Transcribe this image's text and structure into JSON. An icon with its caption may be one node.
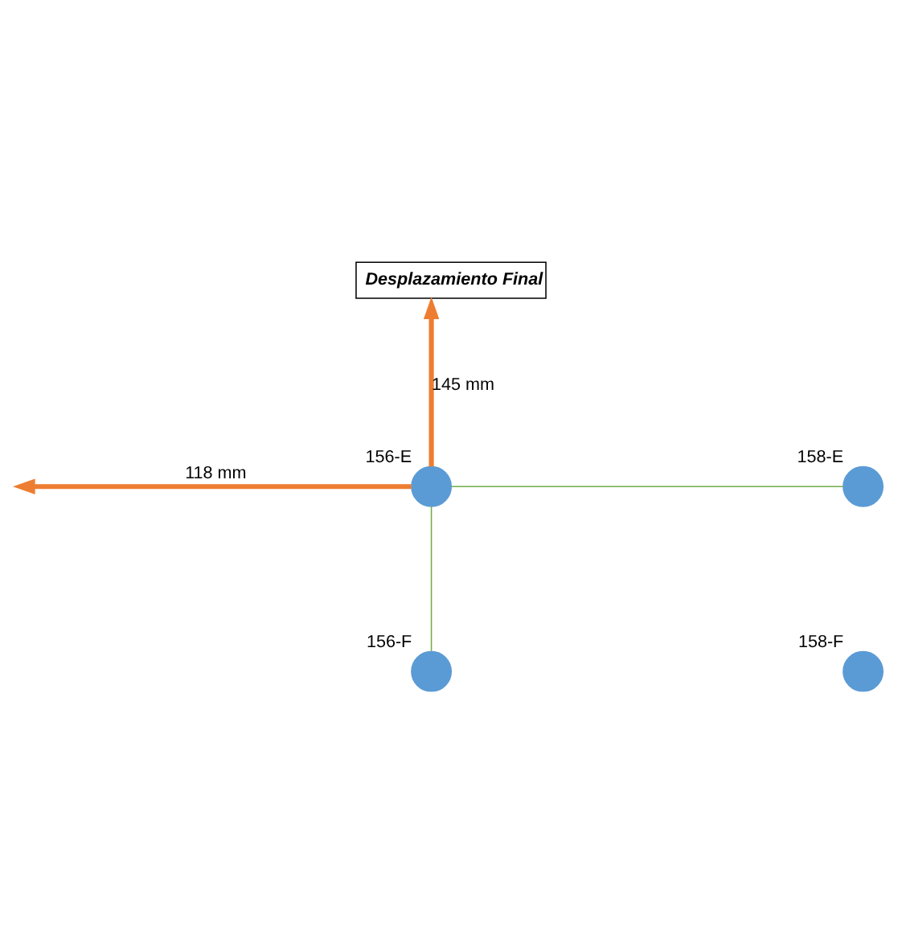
{
  "diagram": {
    "title": "Desplazamiento Final",
    "nodes": [
      {
        "text": [],
        "shape": "circle",
        "beside": [
          "156-E"
        ]
      },
      {
        "text": [],
        "shape": "circle",
        "beside": [
          "158-E"
        ]
      },
      {
        "text": [],
        "shape": "circle",
        "beside": [
          "156-F"
        ]
      },
      {
        "text": [],
        "shape": "circle",
        "beside": [
          "158-F"
        ]
      }
    ],
    "edges": [
      {
        "from": 0,
        "to": 1,
        "arrow": "none",
        "color": "#70ad47"
      },
      {
        "from": 0,
        "to": 2,
        "arrow": "none",
        "color": "#70ad47"
      },
      {
        "from": 0,
        "to": null,
        "arrow": "to",
        "label": "118 mm",
        "style": "thick",
        "color": "#ed7d31"
      },
      {
        "from": 0,
        "to": null,
        "arrow": "to",
        "label": "145 mm",
        "style": "thick",
        "color": "#ed7d31"
      }
    ]
  }
}
